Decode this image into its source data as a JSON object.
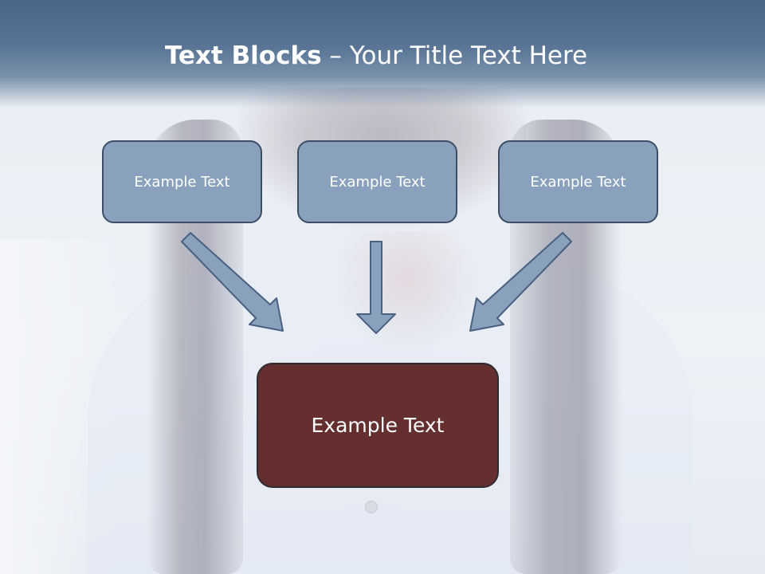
{
  "slide": {
    "title_bold": "Text Blocks",
    "title_dash": " – ",
    "title_rest": "Your Title Text Here"
  },
  "blocks": [
    {
      "label": "Example Text"
    },
    {
      "label": "Example Text"
    },
    {
      "label": "Example Text"
    }
  ],
  "center_block": {
    "label": "Example Text"
  },
  "colors": {
    "header": "#4a6585",
    "block_fill": "#8aa1bd",
    "block_border": "#3b4e66",
    "center_fill": "#652f2f",
    "arrow_fill": "#8aa1bd"
  }
}
